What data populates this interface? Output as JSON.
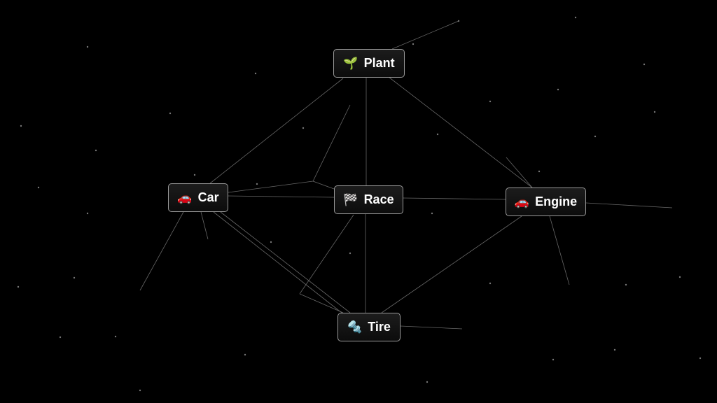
{
  "nodes": [
    {
      "id": "plant",
      "label": "Plant",
      "icon": "🌱",
      "icon_name": "seedling-icon"
    },
    {
      "id": "car",
      "label": "Car",
      "icon": "🚗",
      "icon_name": "car-icon"
    },
    {
      "id": "race",
      "label": "Race",
      "icon": "🏁",
      "icon_name": "checkered-flag-icon"
    },
    {
      "id": "engine",
      "label": "Engine",
      "icon": "🚗",
      "icon_name": "car-icon"
    },
    {
      "id": "tire",
      "label": "Tire",
      "icon": "🔩",
      "icon_name": "nut-and-bolt-icon"
    }
  ],
  "colors": {
    "background": "#000000",
    "line": "#8a8a8a",
    "node_border": "#9a9a9a"
  }
}
